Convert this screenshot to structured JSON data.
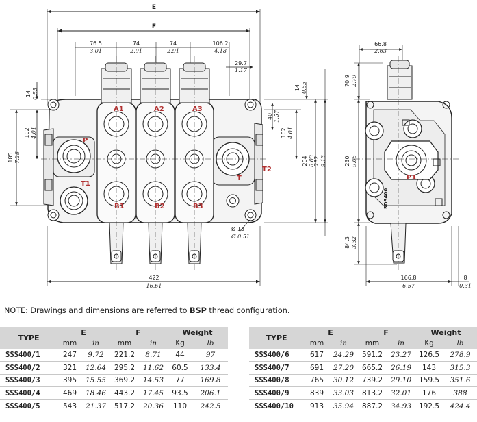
{
  "drawing": {
    "front": {
      "dim_E": "E",
      "dim_F": "F",
      "top_dims": [
        {
          "mm": "76.5",
          "in": "3.01"
        },
        {
          "mm": "74",
          "in": "2.91"
        },
        {
          "mm": "74",
          "in": "2.91"
        },
        {
          "mm": "106.2",
          "in": "4.18"
        }
      ],
      "dim_29_7": {
        "mm": "29.7",
        "in": "1.17"
      },
      "dim_14_left": {
        "mm": "14",
        "in": "0.55"
      },
      "dim_102_left": {
        "mm": "102",
        "in": "4.01"
      },
      "dim_185": {
        "mm": "185",
        "in": "7.28"
      },
      "dim_40": {
        "mm": "40",
        "in": "1.57"
      },
      "dim_14_right": {
        "mm": "14",
        "in": "0.55"
      },
      "dim_102_right": {
        "mm": "102",
        "in": "4.01"
      },
      "dim_204": {
        "mm": "204",
        "in": "8.03"
      },
      "dim_232": {
        "mm": "232",
        "in": "9.13"
      },
      "dim_hole": {
        "mm": "Ø 13",
        "in": "Ø 0.51"
      },
      "dim_422": {
        "mm": "422",
        "in": "16.61"
      },
      "ports": {
        "A1": "A1",
        "A2": "A2",
        "A3": "A3",
        "B1": "B1",
        "B2": "B2",
        "B3": "B3",
        "P": "P",
        "T": "T",
        "T1": "T1",
        "T2": "T2"
      }
    },
    "side": {
      "dim_66_8": {
        "mm": "66.8",
        "in": "2.63"
      },
      "dim_70_9": {
        "mm": "70.9",
        "in": "2.79"
      },
      "dim_230": {
        "mm": "230",
        "in": "9.05"
      },
      "dim_84_3": {
        "mm": "84.3",
        "in": "3.32"
      },
      "dim_166_8": {
        "mm": "166.8",
        "in": "6.57"
      },
      "dim_8": {
        "mm": "8",
        "in": "0.31"
      },
      "port_P1": "P1",
      "cast_text": "SDS400"
    }
  },
  "note": {
    "prefix": "NOTE: Drawings and dimensions are referred to ",
    "bold": "BSP",
    "suffix": " thread configuration."
  },
  "table_headers": {
    "type": "TYPE",
    "E": "E",
    "F": "F",
    "weight": "Weight",
    "mm": "mm",
    "in": "in",
    "kg": "Kg",
    "lb": "lb"
  },
  "rows_left": [
    {
      "type": "SSS400/1",
      "e_mm": "247",
      "e_in": "9.72",
      "f_mm": "221.2",
      "f_in": "8.71",
      "kg": "44",
      "lb": "97"
    },
    {
      "type": "SSS400/2",
      "e_mm": "321",
      "e_in": "12.64",
      "f_mm": "295.2",
      "f_in": "11.62",
      "kg": "60.5",
      "lb": "133.4"
    },
    {
      "type": "SSS400/3",
      "e_mm": "395",
      "e_in": "15.55",
      "f_mm": "369.2",
      "f_in": "14.53",
      "kg": "77",
      "lb": "169.8"
    },
    {
      "type": "SSS400/4",
      "e_mm": "469",
      "e_in": "18.46",
      "f_mm": "443.2",
      "f_in": "17.45",
      "kg": "93.5",
      "lb": "206.1"
    },
    {
      "type": "SSS400/5",
      "e_mm": "543",
      "e_in": "21.37",
      "f_mm": "517.2",
      "f_in": "20.36",
      "kg": "110",
      "lb": "242.5"
    }
  ],
  "rows_right": [
    {
      "type": "SSS400/6",
      "e_mm": "617",
      "e_in": "24.29",
      "f_mm": "591.2",
      "f_in": "23.27",
      "kg": "126.5",
      "lb": "278.9"
    },
    {
      "type": "SSS400/7",
      "e_mm": "691",
      "e_in": "27.20",
      "f_mm": "665.2",
      "f_in": "26.19",
      "kg": "143",
      "lb": "315.3"
    },
    {
      "type": "SSS400/8",
      "e_mm": "765",
      "e_in": "30.12",
      "f_mm": "739.2",
      "f_in": "29.10",
      "kg": "159.5",
      "lb": "351.6"
    },
    {
      "type": "SSS400/9",
      "e_mm": "839",
      "e_in": "33.03",
      "f_mm": "813.2",
      "f_in": "32.01",
      "kg": "176",
      "lb": "388"
    },
    {
      "type": "SSS400/10",
      "e_mm": "913",
      "e_in": "35.94",
      "f_mm": "887.2",
      "f_in": "34.93",
      "kg": "192.5",
      "lb": "424.4"
    }
  ]
}
